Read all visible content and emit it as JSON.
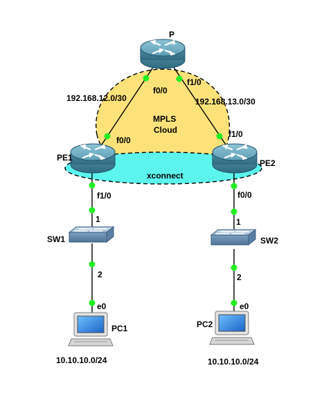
{
  "devices": {
    "p": {
      "name": "P"
    },
    "pe1": {
      "name": "PE1"
    },
    "pe2": {
      "name": "PE2"
    },
    "sw1": {
      "name": "SW1"
    },
    "sw2": {
      "name": "SW2"
    },
    "pc1": {
      "name": "PC1"
    },
    "pc2": {
      "name": "PC2"
    }
  },
  "cloud": {
    "line1": "MPLS",
    "line2": "Cloud"
  },
  "xconnect": {
    "label": "xconnect"
  },
  "subnets": {
    "p_pe1": "192.168.12.0/30",
    "p_pe2": "192.168.13.0/30",
    "pc1": "10.10.10.0/24",
    "pc2": "10.10.10.0/24"
  },
  "interfaces": {
    "p_to_pe1": "f0/0",
    "p_to_pe2": "f1/0",
    "pe1_to_p": "f0/0",
    "pe2_to_p": "f1/0",
    "pe1_to_sw1": "f1/0",
    "pe2_to_sw2": "f0/0",
    "sw1_to_pe1": "1",
    "sw1_to_pc1": "2",
    "sw2_to_pe2": "1",
    "sw2_to_pc2": "2",
    "pc1_port": "e0",
    "pc2_port": "e0"
  },
  "colors": {
    "cloud_fill": "#fde27a",
    "xconnect_fill": "#5cf5ee",
    "link_dot": "#22ee22",
    "router_body": "#4f8fa6",
    "switch_body": "#7a9fc0"
  }
}
